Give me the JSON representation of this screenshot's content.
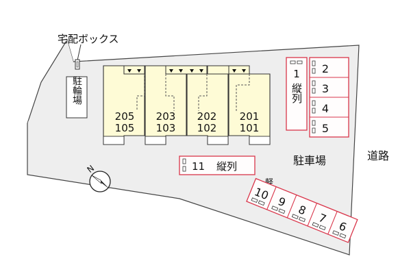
{
  "labels": {
    "delivery_box": "宅配ボックス",
    "bicycle_parking": "駐輪場",
    "parking_lot": "駐車場",
    "road": "道路",
    "light_vehicle": "軽",
    "north": "N"
  },
  "units": [
    {
      "upper": "205",
      "lower": "105"
    },
    {
      "upper": "203",
      "lower": "103"
    },
    {
      "upper": "202",
      "lower": "102"
    },
    {
      "upper": "201",
      "lower": "101"
    }
  ],
  "parking": {
    "space_1": {
      "number": "1",
      "note": "縦列"
    },
    "right_column": [
      "2",
      "3",
      "4",
      "5"
    ],
    "space_11": {
      "number": "11",
      "note": "縦列"
    },
    "diagonal_row": [
      "10",
      "9",
      "8",
      "7",
      "6"
    ]
  },
  "colors": {
    "building_fill": "#fefbd6",
    "building_stroke": "#333333",
    "lot_fill": "#eeeeee",
    "parking_stroke": "#d9354a",
    "parking_fill": "#fffdfd",
    "outline": "#444444"
  }
}
